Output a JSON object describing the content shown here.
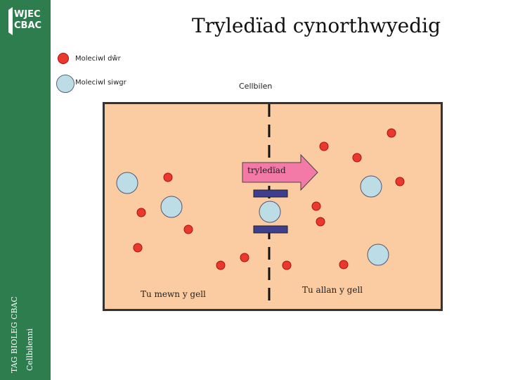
{
  "header": {
    "title": "Tryledïad cynorthwyedig"
  },
  "branding": {
    "logo_line1": "WJEC",
    "logo_line2": "CBAC",
    "side_text_1": "TAG BIOLEG CBAC",
    "side_text_2": "Cellbilenni"
  },
  "legend": {
    "water_label": "Moleciwl dŵr",
    "sugar_label": "Moleciwl siwgr",
    "water_color": "#e8392c",
    "sugar_color": "#bcdde6"
  },
  "diagram": {
    "membrane_label": "Cellbilen",
    "arrow_label": "tryledïad",
    "inside_label": "Tu mewn y gell",
    "outside_label": "Tu allan y gell",
    "cell_color": "#fbcba1",
    "arrow_color": "#f37aa7",
    "channel_color": "#3f3f8f"
  }
}
